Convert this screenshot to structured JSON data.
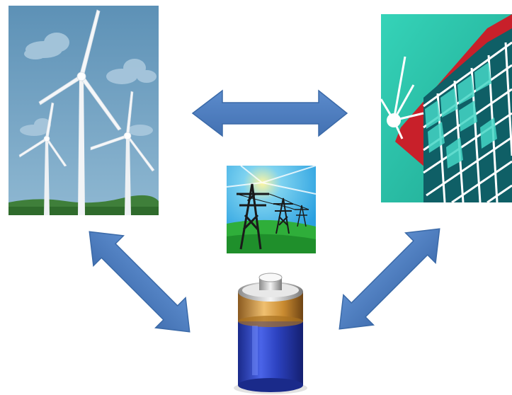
{
  "diagram": {
    "nodes": [
      {
        "id": "wind",
        "icon": "wind-turbines-icon"
      },
      {
        "id": "solar",
        "icon": "solar-panel-icon"
      },
      {
        "id": "grid",
        "icon": "power-transmission-tower-icon"
      },
      {
        "id": "storage",
        "icon": "battery-icon"
      }
    ],
    "edges": [
      {
        "from": "wind",
        "to": "solar",
        "direction": "bidirectional"
      },
      {
        "from": "wind",
        "to": "storage",
        "direction": "bidirectional"
      },
      {
        "from": "solar",
        "to": "storage",
        "direction": "bidirectional"
      }
    ],
    "colors": {
      "arrow_fill": "#4f7ec0",
      "arrow_stroke": "#3b6aa8",
      "sky_wind": "#6e9ec0",
      "solar_teal": "#2ec7b0",
      "solar_red": "#c8202a",
      "battery_blue": "#2c3fb8",
      "battery_gold": "#d59a3c"
    }
  }
}
